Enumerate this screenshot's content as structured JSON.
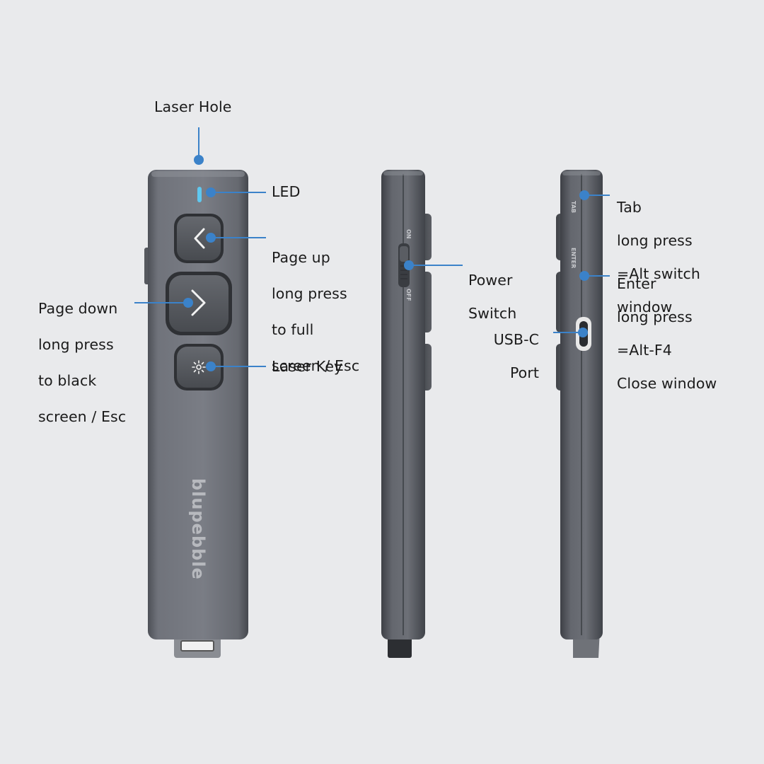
{
  "callouts": {
    "laser_hole": "Laser Hole",
    "led": "LED",
    "page_up": [
      "Page up",
      "long press",
      "to full",
      "screen / Esc"
    ],
    "page_down": [
      "Page down",
      "long press",
      "to black",
      "screen / Esc"
    ],
    "laser_key": "Laser Key",
    "power_switch": [
      "Power",
      "Switch"
    ],
    "tab": [
      "Tab",
      "long press",
      "=Alt switch",
      "window"
    ],
    "enter": [
      "Enter",
      "long press",
      "=Alt-F4",
      "Close window"
    ],
    "usb_c": [
      "USB-C",
      "Port"
    ]
  },
  "device": {
    "brand": "blupebble",
    "switch_on": "ON",
    "switch_off": "OFF",
    "side_tab": "TAB",
    "side_enter": "ENTER"
  },
  "icons": {
    "page_up": "chevron-left-icon",
    "page_down": "chevron-right-icon",
    "laser_key": "sun-icon"
  },
  "colors": {
    "background": "#e9eaec",
    "callout_line": "#3b82c9",
    "device_body": "#6b6e75"
  }
}
